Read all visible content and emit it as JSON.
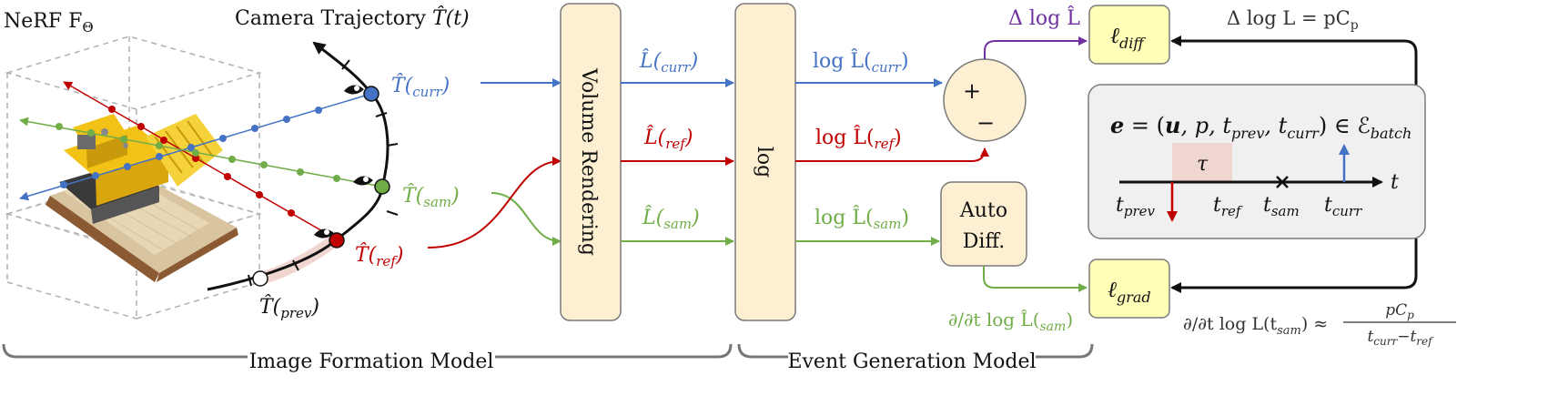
{
  "colors": {
    "blue": "#4472c4",
    "red": "#c00000",
    "green": "#70ad47",
    "purple": "#7030a0",
    "box_fill": "#fdf0d2",
    "loss_fill": "#ffffb8",
    "event_panel_fill": "#f0f0f0",
    "tau_fill": "#f0d6d0",
    "text_dark": "#111111",
    "bracket": "#777777"
  },
  "nerf": {
    "label": "NeRF F",
    "subscript": "Θ"
  },
  "trajectory": {
    "title_prefix": "Camera Trajectory ",
    "title_symbol": "T̂(t)",
    "poses": {
      "curr": {
        "symbol": "T̂(",
        "sub": "curr",
        "close": ")"
      },
      "sam": {
        "symbol": "T̂(",
        "sub": "sam",
        "close": ")"
      },
      "ref": {
        "symbol": "T̂(",
        "sub": "ref",
        "close": ")"
      },
      "prev": {
        "symbol": "T̂(",
        "sub": "prev",
        "close": ")"
      }
    }
  },
  "volume_rendering": {
    "label": "Volume Rendering"
  },
  "rendered": {
    "curr": {
      "symbol": "L̂(",
      "sub": "curr",
      "close": ")"
    },
    "ref": {
      "symbol": "L̂(",
      "sub": "ref",
      "close": ")"
    },
    "sam": {
      "symbol": "L̂(",
      "sub": "sam",
      "close": ")"
    }
  },
  "log_box": {
    "label": "log"
  },
  "log_outputs": {
    "curr": {
      "symbol": "log L̂(",
      "sub": "curr",
      "close": ")"
    },
    "ref": {
      "symbol": "log L̂(",
      "sub": "ref",
      "close": ")"
    },
    "sam": {
      "symbol": "log L̂(",
      "sub": "sam",
      "close": ")"
    }
  },
  "difference_node": {
    "plus": "+",
    "minus": "−"
  },
  "delta_pred": "Δ log L̂",
  "auto_diff": {
    "line1": "Auto",
    "line2": "Diff."
  },
  "grad_pred": {
    "prefix": "∂/∂t log L̂(",
    "sub": "sam",
    "close": ")"
  },
  "losses": {
    "diff": {
      "symbol": "ℓ",
      "sub": "diff"
    },
    "grad": {
      "symbol": "ℓ",
      "sub": "grad"
    }
  },
  "delta_meas": {
    "text": "Δ log L = pC",
    "sub": "p"
  },
  "grad_meas": {
    "prefix": "∂/∂t log L(t",
    "sub": "sam",
    "approx": ") ≈",
    "num": "pC",
    "num_sub": "p",
    "den_a": "t",
    "den_a_sub": "curr",
    "den_mid": "−t",
    "den_b_sub": "ref"
  },
  "event_panel": {
    "eq_e": "e",
    "eq_eq": " = (",
    "eq_u": "u",
    "eq_rest1": ", p, t",
    "eq_sub_prev": "prev",
    "eq_rest2": ", t",
    "eq_sub_curr": "curr",
    "eq_rest3": ") ∈ ℰ",
    "eq_sub_batch": "batch",
    "tau": "τ",
    "axis_t": "t",
    "ticks": [
      {
        "base": "t",
        "sub": "prev"
      },
      {
        "base": "t",
        "sub": "ref"
      },
      {
        "base": "t",
        "sub": "sam"
      },
      {
        "base": "t",
        "sub": "curr"
      }
    ]
  },
  "bottom": {
    "image_formation": "Image Formation Model",
    "event_generation": "Event Generation Model"
  }
}
